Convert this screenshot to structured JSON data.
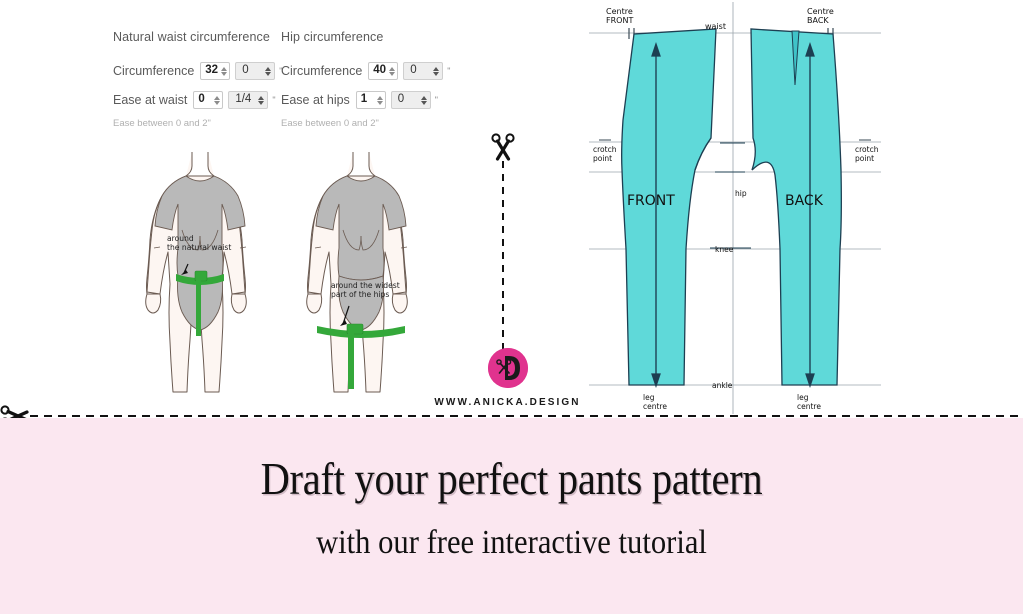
{
  "colors": {
    "pattern_fill": "#5fd9d9",
    "pattern_stroke": "#1d3f52",
    "tape_green": "#34a83a",
    "band_pink": "#fbe7f0",
    "logo_pink": "#e0338e",
    "skin_line": "#5a4a42",
    "garment_grey": "#b4b4b4"
  },
  "measurements": {
    "waist": {
      "title": "Natural waist circumference",
      "rows": [
        {
          "label": "Circumference",
          "value": "32",
          "fraction": "0",
          "unit": "\"",
          "name": "waist-circumference"
        },
        {
          "label": "Ease at waist",
          "value": "0",
          "fraction": "1/4",
          "unit": "\"",
          "name": "waist-ease"
        }
      ],
      "hint": "Ease between 0 and 2\""
    },
    "hip": {
      "title": "Hip circumference",
      "rows": [
        {
          "label": "Circumference",
          "value": "40",
          "fraction": "0",
          "unit": "\"",
          "name": "hip-circumference"
        },
        {
          "label": "Ease at hips",
          "value": "1",
          "fraction": "0",
          "unit": "\"",
          "name": "hip-ease"
        }
      ],
      "hint": "Ease between 0 and 2\""
    }
  },
  "figures": {
    "waist": {
      "callout_line1": "around",
      "callout_line2": "the natural waist"
    },
    "hip": {
      "callout_line1": "around the widest",
      "callout_line2": "part of the hips"
    }
  },
  "pattern": {
    "centre_front_l1": "Centre",
    "centre_front_l2": "FRONT",
    "centre_back_l1": "Centre",
    "centre_back_l2": "BACK",
    "waist": "waist",
    "hip": "hip",
    "knee": "knee",
    "ankle": "ankle",
    "crotch_l1": "crotch",
    "crotch_l2": "point",
    "front": "FRONT",
    "back": "BACK",
    "leg_centre_l1": "leg",
    "leg_centre_l2": "centre"
  },
  "brand": {
    "url": "WWW.ANICKA.DESIGN",
    "logo_letter": "D"
  },
  "promo": {
    "headline": "Draft your perfect pants pattern",
    "subhead": "with our free interactive tutorial"
  }
}
